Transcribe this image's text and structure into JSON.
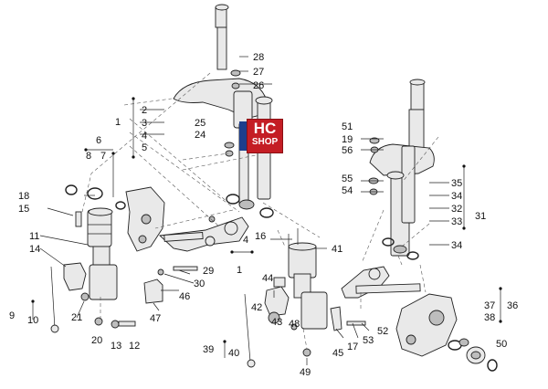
{
  "brand": {
    "logo_line1": "HC",
    "logo_line2": "SHOP",
    "logo_color": "#c41d24"
  },
  "callouts": [
    "1",
    "2",
    "3",
    "4",
    "5",
    "6",
    "7",
    "8",
    "9",
    "10",
    "11",
    "12",
    "13",
    "14",
    "15",
    "16",
    "17",
    "18",
    "19",
    "20",
    "21",
    "24",
    "25",
    "26",
    "27",
    "28",
    "29",
    "30",
    "31",
    "32",
    "33",
    "34",
    "35",
    "36",
    "37",
    "38",
    "39",
    "40",
    "41",
    "42",
    "43",
    "44",
    "45",
    "46",
    "47",
    "48",
    "49",
    "50",
    "51",
    "52",
    "53",
    "54",
    "55",
    "56"
  ]
}
